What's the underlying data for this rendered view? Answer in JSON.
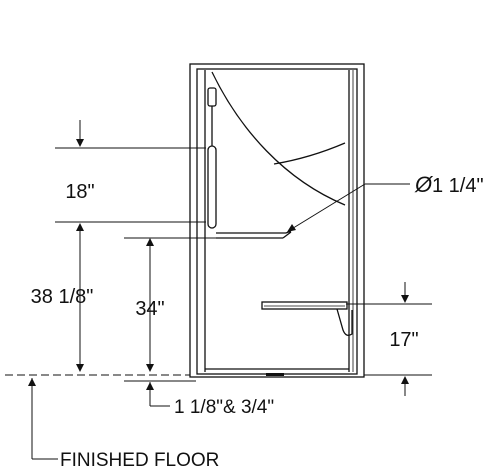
{
  "dimensions": {
    "grab_bar_vertical": "18\"",
    "grab_bar_height": "38 1/8\"",
    "seat_height": "34\"",
    "bar_diameter": "1 1/4\"",
    "diameter_symbol": "Ø",
    "floor_seat": "17\"",
    "threshold": "1 1/8\"& 3/4\""
  },
  "labels": {
    "finished_floor": "FINISHED FLOOR"
  },
  "colors": {
    "line": "#111111",
    "background": "#ffffff"
  }
}
